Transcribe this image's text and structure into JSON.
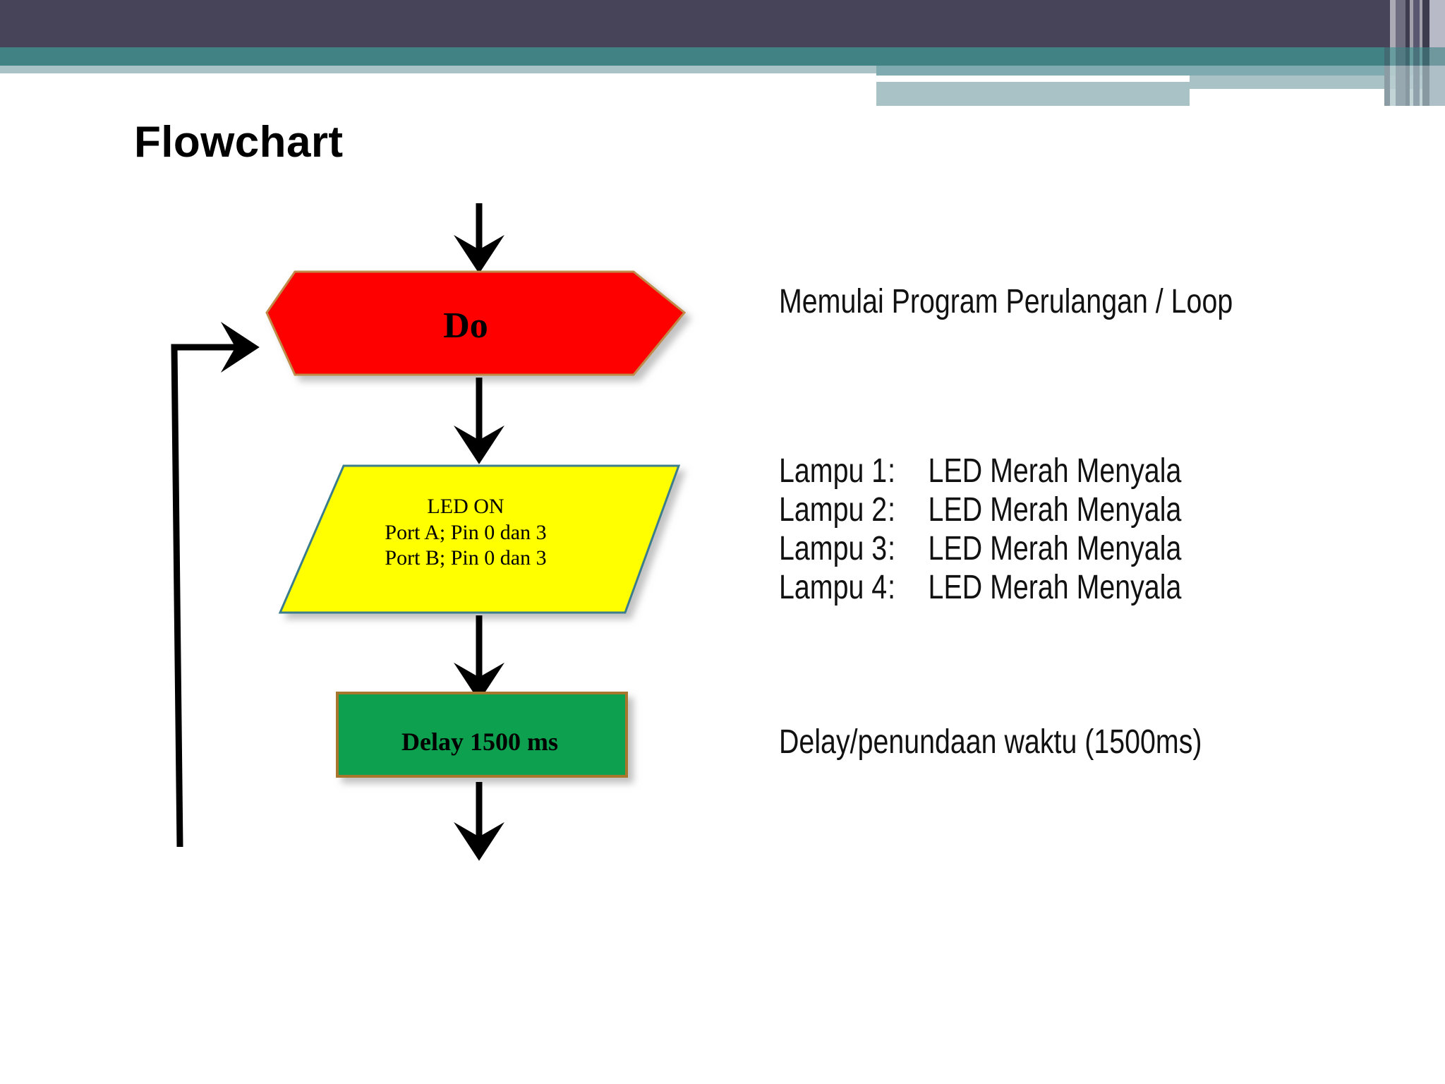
{
  "slide": {
    "title": "Flowchart"
  },
  "theme": {
    "banner_navy": "#474459",
    "banner_teal": "#418285",
    "banner_light": "#a9c2c6",
    "shape_red": "#fe0000",
    "shape_yellow": "#ffff00",
    "shape_green": "#0aa14f",
    "shape_border_tan": "#c08a4a",
    "shape_border_teal": "#3a7d8c",
    "connector_black": "#000000"
  },
  "flowchart": {
    "nodes": [
      {
        "id": "do",
        "shape": "hexagon",
        "label": "Do",
        "fill": "#fe0000"
      },
      {
        "id": "led-on",
        "shape": "parallelogram",
        "fill": "#ffff00",
        "lines": [
          "LED ON",
          "Port A; Pin 0 dan 3",
          "Port B; Pin 0 dan 3"
        ]
      },
      {
        "id": "delay",
        "shape": "rectangle",
        "label": "Delay 1500 ms",
        "fill": "#0aa14f"
      }
    ],
    "connectors": [
      {
        "id": "entry-arrow",
        "from": "top",
        "to": "do",
        "direction": "down"
      },
      {
        "id": "do-to-led",
        "from": "do",
        "to": "led-on",
        "direction": "down"
      },
      {
        "id": "led-to-delay",
        "from": "led-on",
        "to": "delay",
        "direction": "down"
      },
      {
        "id": "delay-exit",
        "from": "delay",
        "to": "bottom",
        "direction": "down"
      },
      {
        "id": "loop-back",
        "from": "bottom",
        "to": "do",
        "direction": "up-left-right"
      }
    ]
  },
  "annotations": {
    "loop_note": "Memulai Program Perulangan / Loop",
    "delay_note": "Delay/penundaan waktu (1500ms)",
    "lampu": [
      {
        "name": "Lampu 1",
        "colon": ":",
        "value": "LED Merah Menyala"
      },
      {
        "name": "Lampu 2",
        "colon": ":",
        "value": "LED Merah Menyala"
      },
      {
        "name": "Lampu 3",
        "colon": ":",
        "value": "LED Merah Menyala"
      },
      {
        "name": "Lampu 4",
        "colon": ":",
        "value": "LED Merah Menyala"
      }
    ]
  }
}
